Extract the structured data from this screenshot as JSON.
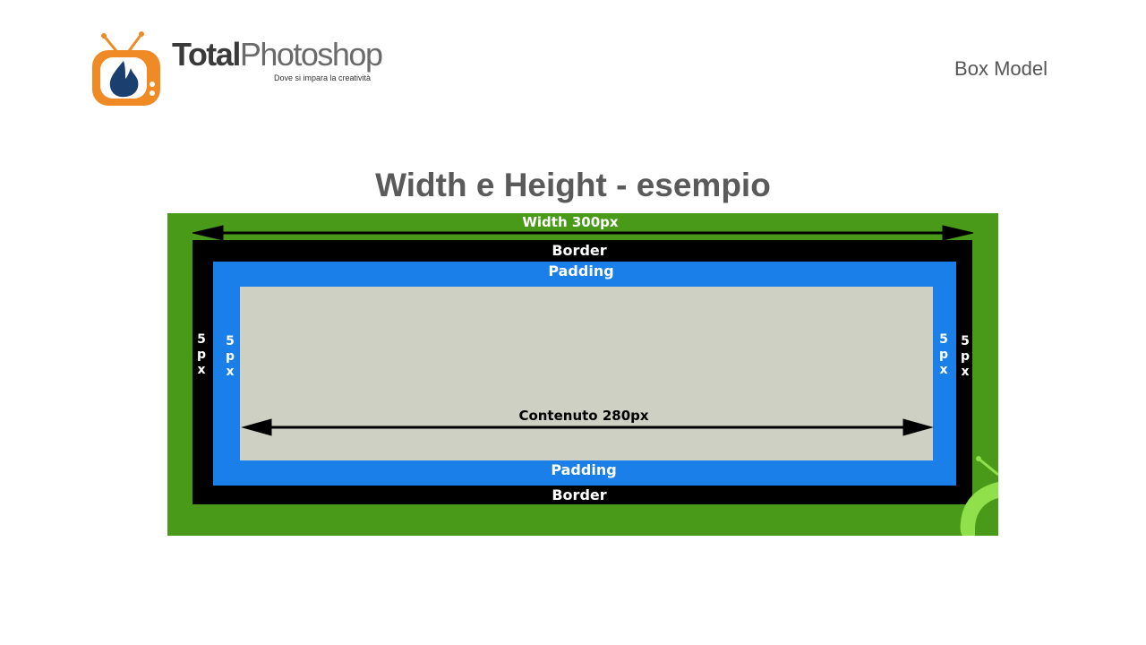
{
  "logo": {
    "brand_bold": "Total",
    "brand_light": "Photoshop",
    "tagline": "Dove si impara la creatività"
  },
  "header": {
    "section": "Box Model"
  },
  "slide": {
    "title": "Width e Height - esempio"
  },
  "diagram": {
    "width_label": "Width 300px",
    "border_top_label": "Border",
    "border_bottom_label": "Border",
    "padding_top_label": "Padding",
    "padding_bottom_label": "Padding",
    "content_label": "Contenuto 280px",
    "border_side_label": [
      "5",
      "p",
      "x"
    ],
    "padding_side_label": [
      "5",
      "p",
      "x"
    ],
    "colors": {
      "margin": "#4a9a1a",
      "border": "#000000",
      "padding": "#1a7fe8",
      "content": "#cfd0c4",
      "logo_orange": "#f08a24",
      "logo_blue": "#1b3f6e"
    }
  }
}
